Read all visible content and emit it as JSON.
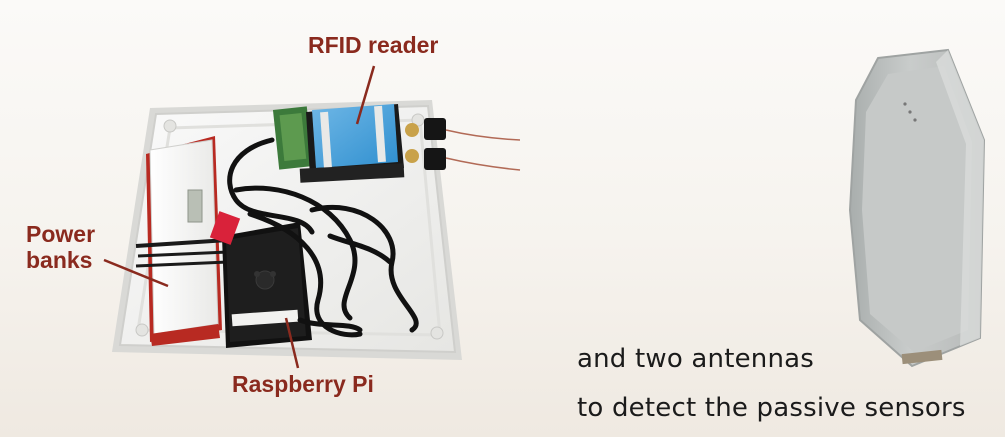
{
  "labels": {
    "rfid_reader": "RFID reader",
    "power_banks_line1": "Power",
    "power_banks_line2": "banks",
    "raspberry_pi": "Raspberry Pi"
  },
  "caption": {
    "line1": "and two antennas",
    "line2": "to detect the passive sensors"
  },
  "colors": {
    "label_color": "#8a2a1e",
    "caption_color": "#1b1b1b",
    "case_color": "#f2f2f0",
    "antenna_color": "#bfc2c0"
  }
}
